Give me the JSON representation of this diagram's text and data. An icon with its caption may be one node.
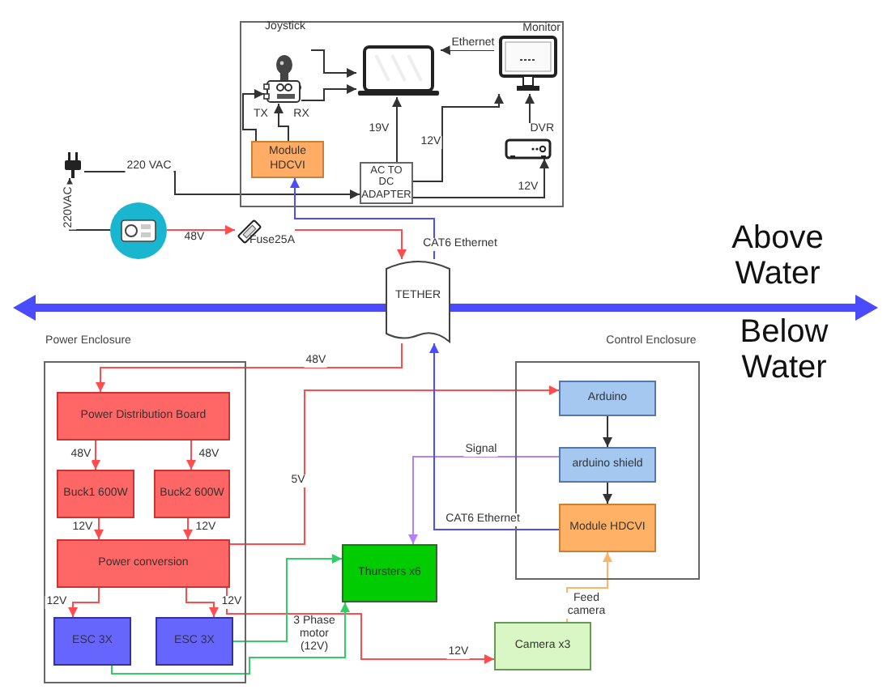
{
  "diagram": {
    "nodes": [
      {
        "text": [],
        "shape": "box"
      },
      {
        "text": [
          "Joystick"
        ],
        "in": 0
      },
      {
        "text": [],
        "shape": "picture",
        "in": 0
      },
      {
        "text": [],
        "shape": "picture",
        "in": 0
      },
      {
        "text": [
          "Monitor"
        ],
        "in": 0
      },
      {
        "text": [
          "DVR"
        ],
        "in": 0
      },
      {
        "text": [
          "Module HDCVI"
        ],
        "in": 0
      },
      {
        "text": [
          "AC TO DC ADAPTER"
        ],
        "in": 0
      },
      {
        "text": [],
        "shape": "picture"
      },
      {
        "text": [],
        "shape": "picture"
      },
      {
        "text": [
          "Fuse25A"
        ]
      },
      {
        "text": [
          "TETHER"
        ]
      },
      {
        "text": [
          "Power Enclosure"
        ]
      },
      {
        "text": [
          "Power Distribution Board"
        ],
        "in": 12
      },
      {
        "text": [
          "Buck1 600W"
        ],
        "in": 12
      },
      {
        "text": [
          "Buck2 600W"
        ],
        "in": 12
      },
      {
        "text": [
          "Power conversion"
        ],
        "in": 12
      },
      {
        "text": [
          "ESC 3X"
        ],
        "in": 12
      },
      {
        "text": [
          "ESC 3X"
        ],
        "in": 12
      },
      {
        "text": [
          "Thursters x6"
        ]
      },
      {
        "text": [
          "Control Enclosure"
        ]
      },
      {
        "text": [
          "Arduino"
        ],
        "in": 20
      },
      {
        "text": [
          "arduino shield"
        ],
        "in": 20
      },
      {
        "text": [
          "Module HDCVI"
        ],
        "in": 20
      },
      {
        "text": [
          "Camera x3"
        ]
      }
    ],
    "edges": [
      {
        "from": 1,
        "to": 3,
        "arrow": "to"
      },
      {
        "from": 2,
        "to": 3,
        "arrow": "to"
      },
      {
        "from": 6,
        "to": 2,
        "arrow": "to"
      },
      {
        "from": 6,
        "to": 2,
        "arrow": "to"
      },
      {
        "from": 4,
        "to": 3,
        "arrow": "to",
        "label": "Ethernet"
      },
      {
        "from": 7,
        "to": 3,
        "arrow": "to",
        "label": "19V"
      },
      {
        "from": 7,
        "to": 4,
        "arrow": "to",
        "label": "12V"
      },
      {
        "from": 5,
        "to": 4,
        "arrow": "to"
      },
      {
        "from": 7,
        "to": 5,
        "arrow": "to",
        "label": "12V"
      },
      {
        "from": 8,
        "to": 7,
        "arrow": "to",
        "label": "220 VAC"
      },
      {
        "from": 9,
        "to": 8,
        "arrow": "to",
        "label": "220VAC"
      },
      {
        "from": 9,
        "to": 10,
        "arrow": "to",
        "label": "48V",
        "color": "#ff4d4d"
      },
      {
        "from": 10,
        "to": 11,
        "arrow": "to",
        "color": "#ff4d4d"
      },
      {
        "from": 11,
        "to": 6,
        "arrow": "to",
        "label": "CAT6 Ethernet",
        "color": "#4d4dff"
      },
      {
        "from": 11,
        "to": 13,
        "arrow": "to",
        "label": "48V",
        "color": "#ff4d4d"
      },
      {
        "from": 13,
        "to": 14,
        "arrow": "to",
        "label": "48V",
        "color": "#ff4d4d"
      },
      {
        "from": 13,
        "to": 15,
        "arrow": "to",
        "label": "48V",
        "color": "#ff4d4d"
      },
      {
        "from": 14,
        "to": 16,
        "arrow": "to",
        "label": "12V",
        "color": "#ff4d4d"
      },
      {
        "from": 15,
        "to": 16,
        "arrow": "to",
        "label": "12V",
        "color": "#ff4d4d"
      },
      {
        "from": 16,
        "to": 21,
        "arrow": "to",
        "label": "5V",
        "color": "#ff4d4d"
      },
      {
        "from": 16,
        "to": 17,
        "arrow": "to",
        "label": "12V",
        "color": "#ff4d4d"
      },
      {
        "from": 16,
        "to": 18,
        "arrow": "to",
        "label": "12V",
        "color": "#ff4d4d"
      },
      {
        "from": 16,
        "to": 24,
        "arrow": "to",
        "label": "12V",
        "color": "#ff4d4d"
      },
      {
        "from": 18,
        "to": 19,
        "arrow": "to",
        "label": "3 Phase motor (12V)",
        "color": "#33cc66"
      },
      {
        "from": 17,
        "to": 19,
        "arrow": "to",
        "color": "#33cc66"
      },
      {
        "from": 22,
        "to": 19,
        "arrow": "to",
        "label": "Signal",
        "color": "#b380ff"
      },
      {
        "from": 21,
        "to": 22,
        "arrow": "to"
      },
      {
        "from": 22,
        "to": 23,
        "arrow": "to"
      },
      {
        "from": 23,
        "to": 11,
        "arrow": "to",
        "label": "CAT6 Ethernet",
        "color": "#4d4dff"
      },
      {
        "from": 24,
        "to": 23,
        "arrow": "to",
        "label": "Feed camera",
        "color": "#ffb366"
      }
    ],
    "labels": [
      "TX",
      "RX",
      "Above Water",
      "Below Water"
    ]
  }
}
